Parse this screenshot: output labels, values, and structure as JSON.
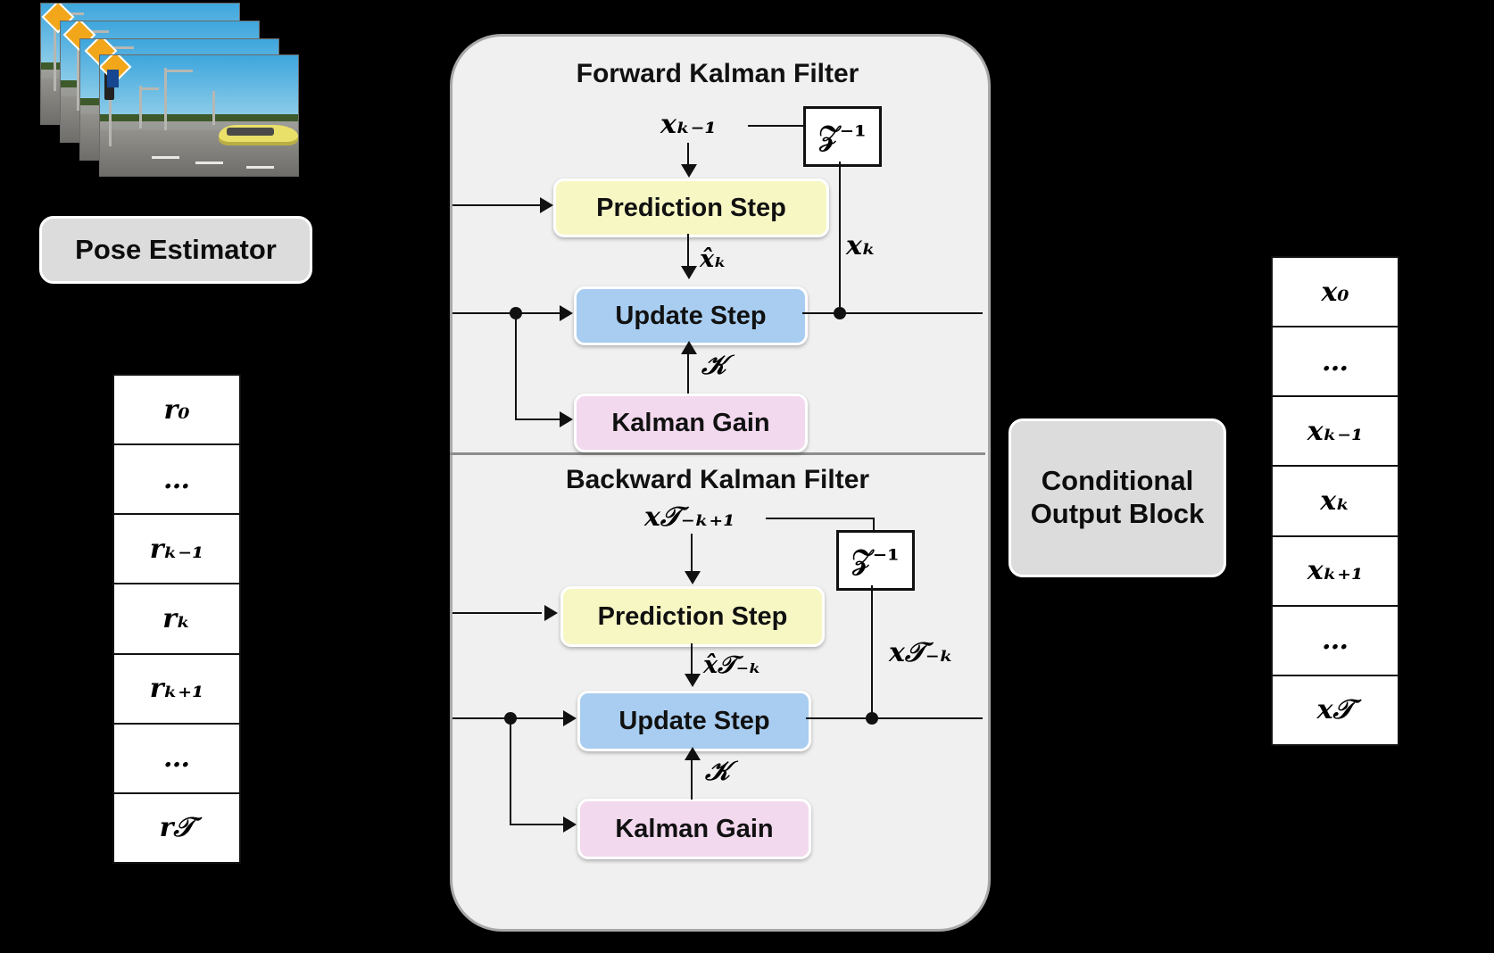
{
  "diagram": {
    "title": "Bidirectional Kalman Filter Pose Smoothing Pipeline",
    "colors": {
      "prediction_box": "#f7f7c4",
      "update_box": "#a8cdf0",
      "gain_box": "#f2d9ee",
      "grey_block": "#dcdcdc",
      "container_bg": "#f0f0f0",
      "background": "#000000"
    }
  },
  "image_stack": {
    "name": "input-image-sequence",
    "frame_count": 4,
    "scene": "road scene with yellow car, street lamps, traffic light and yield sign"
  },
  "pose_estimator": {
    "label": "Pose Estimator"
  },
  "residual_table": {
    "name": "residual-sequence-table",
    "cells": [
      "r₀",
      "…",
      "rₖ₋₁",
      "rₖ",
      "rₖ₊₁",
      "…",
      "r𝒯"
    ]
  },
  "state_table": {
    "name": "state-sequence-table",
    "cells": [
      "x₀",
      "…",
      "xₖ₋₁",
      "xₖ",
      "xₖ₊₁",
      "…",
      "x𝒯"
    ]
  },
  "forward_filter": {
    "title": "Forward Kalman Filter",
    "input_state_label": "xₖ₋₁",
    "delay_block_label": "𝒵⁻¹",
    "prediction_label": "Prediction Step",
    "predicted_state_label": "x̂ₖ",
    "update_label": "Update Step",
    "gain_label": "Kalman Gain",
    "gain_symbol": "𝒦",
    "output_state_label": "xₖ"
  },
  "backward_filter": {
    "title": "Backward Kalman Filter",
    "input_state_label": "x𝒯₋ₖ₊₁",
    "delay_block_label": "𝒵⁻¹",
    "prediction_label": "Prediction Step",
    "predicted_state_label": "x̂𝒯₋ₖ",
    "update_label": "Update Step",
    "gain_label": "Kalman Gain",
    "gain_symbol": "𝒦",
    "output_state_label": "x𝒯₋ₖ"
  },
  "conditional_output_block": {
    "label": "Conditional Output Block"
  }
}
